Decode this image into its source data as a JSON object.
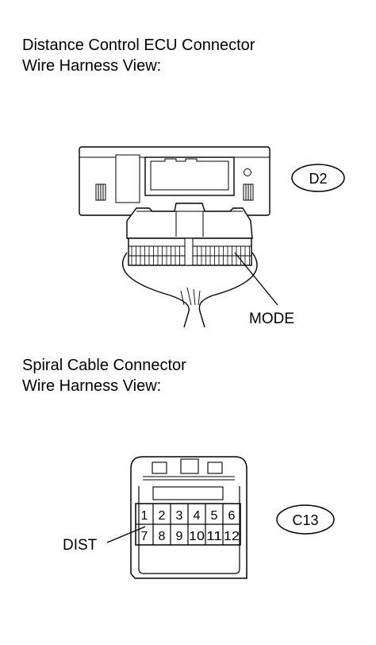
{
  "section1": {
    "caption_line1": "Distance Control ECU Connector",
    "caption_line2": "Wire Harness View:",
    "connector_code": "D2",
    "terminal_label": "MODE"
  },
  "section2": {
    "caption_line1": "Spiral Cable Connector",
    "caption_line2": "Wire Harness View:",
    "connector_code": "C13",
    "terminal_label": "DIST",
    "pins_top": [
      "1",
      "2",
      "3",
      "4",
      "5",
      "6"
    ],
    "pins_bottom": [
      "7",
      "8",
      "9",
      "10",
      "11",
      "12"
    ]
  }
}
